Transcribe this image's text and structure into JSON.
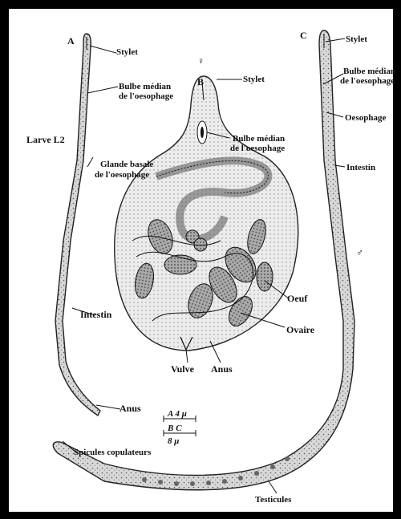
{
  "labels": {
    "a": "A",
    "b": "B",
    "c": "C",
    "female_symbol": "♀",
    "male_symbol": "♂",
    "stylet": "Stylet",
    "bulbe_median": "Bulbe médian",
    "de_loesophage": "de l'oesophage",
    "larve_l2": "Larve L2",
    "glande_basale": "Glande basale",
    "intestin": "Intestin",
    "anus": "Anus",
    "spicules": "Spicules copulateurs",
    "vulve": "Vulve",
    "oeuf": "Oeuf",
    "ovaire": "Ovaire",
    "oesophage": "Oesophage",
    "testicules": "Testicules"
  },
  "scale_bars": {
    "top_label": "A 4 μ",
    "bottom_top": "B  C",
    "bottom_bottom": "8  μ"
  }
}
